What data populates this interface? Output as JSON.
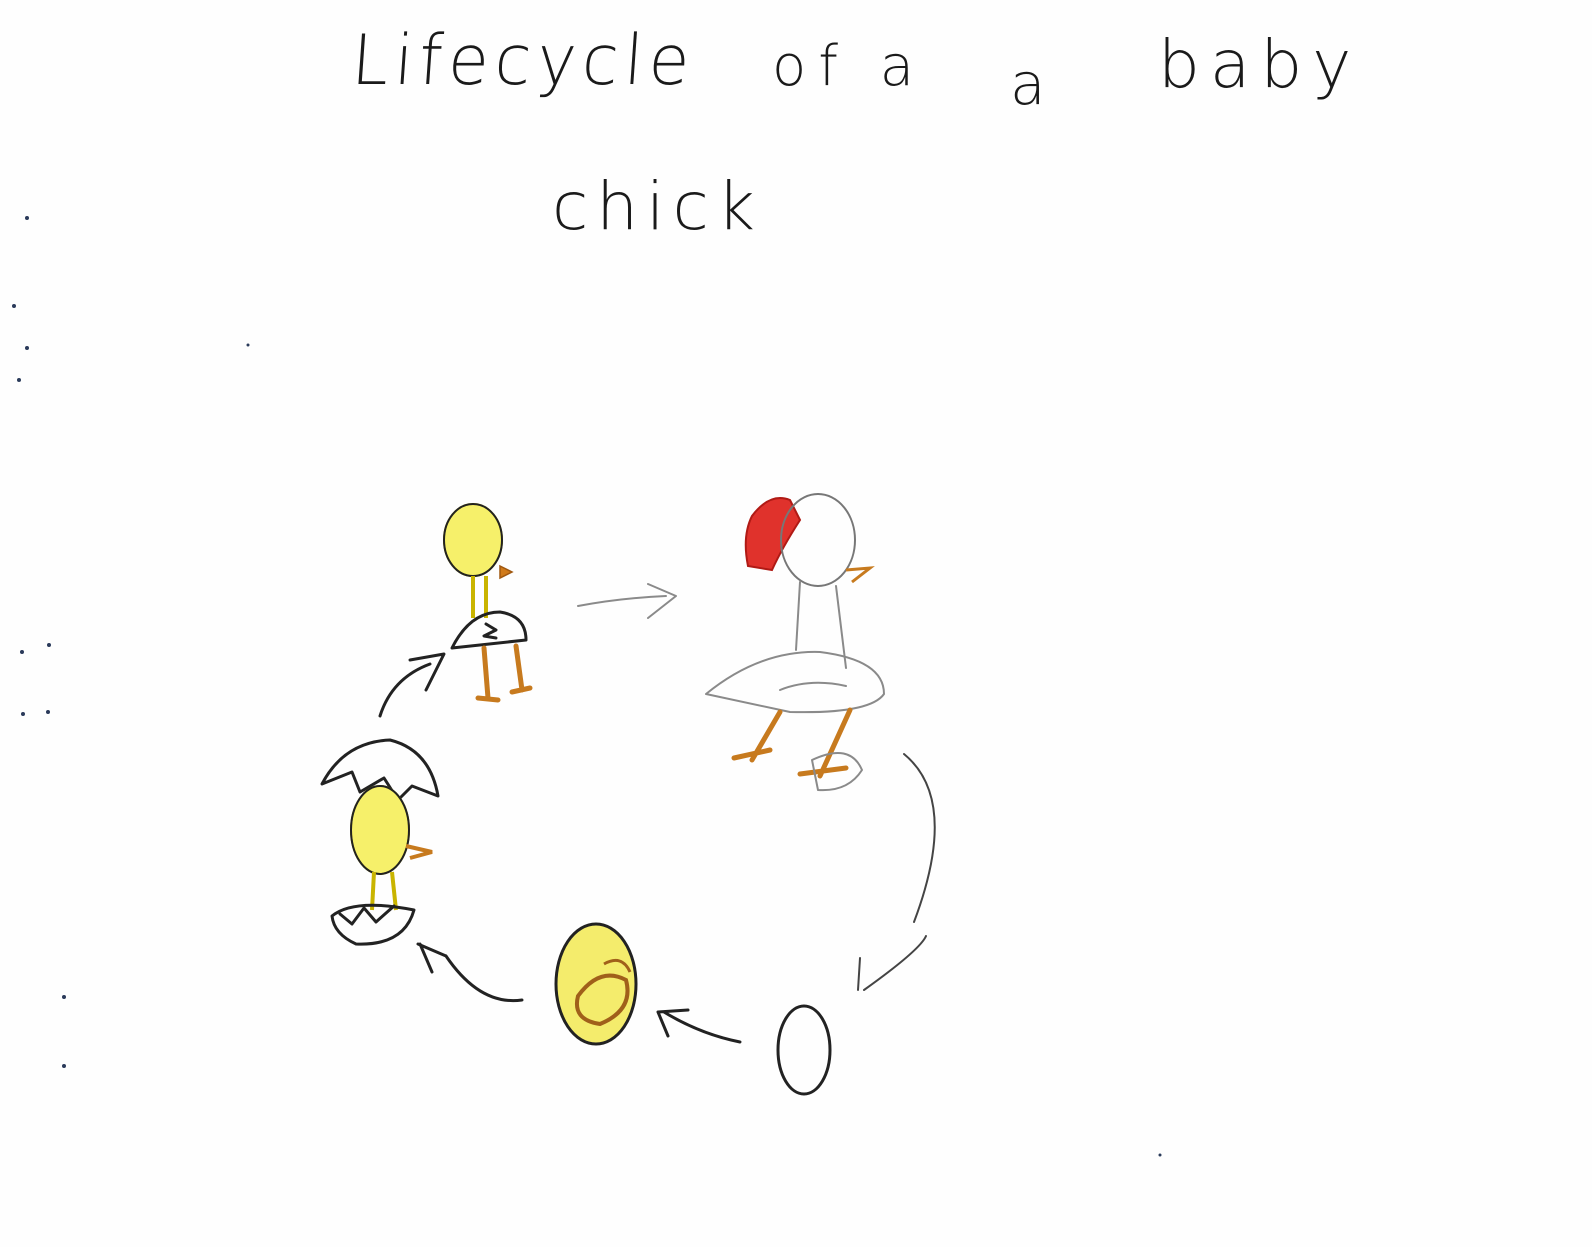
{
  "title": {
    "words": [
      "Lifecycle",
      "of a",
      "a",
      "baby",
      "chick"
    ]
  },
  "diagram": {
    "stages": [
      {
        "name": "chick",
        "icon": "chick-icon"
      },
      {
        "name": "hen",
        "icon": "hen-icon"
      },
      {
        "name": "egg",
        "icon": "egg-icon"
      },
      {
        "name": "embryo-egg",
        "icon": "embryo-egg-icon"
      },
      {
        "name": "hatching-chick",
        "icon": "hatching-chick-icon"
      }
    ],
    "colors": {
      "ink": "#222222",
      "pencil": "#8a8a8a",
      "chick_yellow": "#f6f06a",
      "leg_orange": "#c77a1e",
      "comb_red": "#e0322c"
    }
  }
}
